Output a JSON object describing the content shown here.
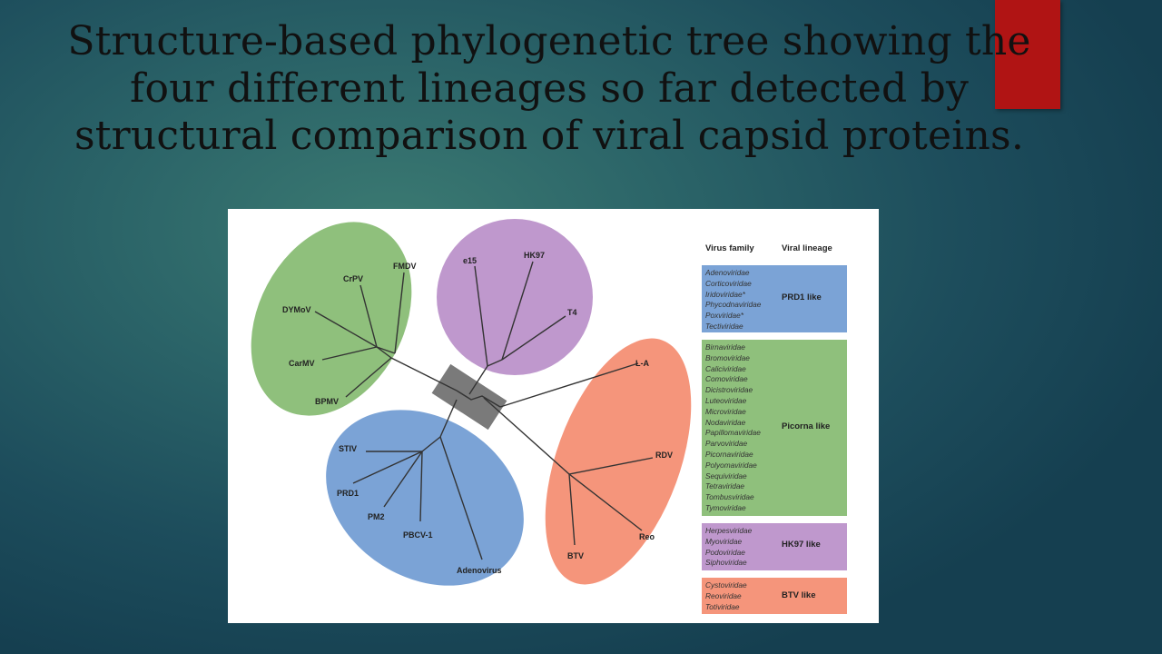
{
  "slide": {
    "title_lines": [
      "Structure-based phylogenetic tree showing the",
      "four different lineages so far detected by",
      "structural comparison of viral capsid proteins."
    ]
  },
  "colors": {
    "prd1": "#7ba3d6",
    "picorna": "#8fc07c",
    "hk97": "#bf98cd",
    "btv": "#f5957b",
    "core": "#7a7a7a",
    "accent": "#b01414"
  },
  "tree": {
    "labels": {
      "fmdv": "FMDV",
      "crpv": "CrPV",
      "dymov": "DYMoV",
      "carmv": "CarMV",
      "bpmv": "BPMV",
      "e15": "e15",
      "hk97": "HK97",
      "t4": "T4",
      "la": "L-A",
      "rdv": "RDV",
      "reo": "Reo",
      "btv": "BTV",
      "stiv": "STIV",
      "prd1": "PRD1",
      "pm2": "PM2",
      "pbcv1": "PBCV-1",
      "adenovirus": "Adenovirus"
    }
  },
  "legend": {
    "header_family": "Virus family",
    "header_lineage": "Viral lineage",
    "groups": [
      {
        "lineage": "PRD1 like",
        "families": [
          "Adenoviridae",
          "Corticoviridae",
          "Iridoviridae*",
          "Phycodnaviridae",
          "Poxviridae*",
          "Tectiviridae"
        ]
      },
      {
        "lineage": "Picorna like",
        "families": [
          "Birnaviridae",
          "Bromoviridae",
          "Caliciviridae",
          "Comoviridae",
          "Dicistroviridae",
          "Luteoviridae",
          "Microviridae",
          "Nodaviridae",
          "Papillomaviridae",
          "Parvoviridae",
          "Picornaviridae",
          "Polyomaviridae",
          "Sequiviridae",
          "Tetraviridae",
          "Tombusviridae",
          "Tymoviridae"
        ]
      },
      {
        "lineage": "HK97 like",
        "families": [
          "Herpesviridae",
          "Myoviridae",
          "Podoviridae",
          "Siphoviridae"
        ]
      },
      {
        "lineage": "BTV like",
        "families": [
          "Cystoviridae",
          "Reoviridae",
          "Totiviridae"
        ]
      }
    ]
  }
}
